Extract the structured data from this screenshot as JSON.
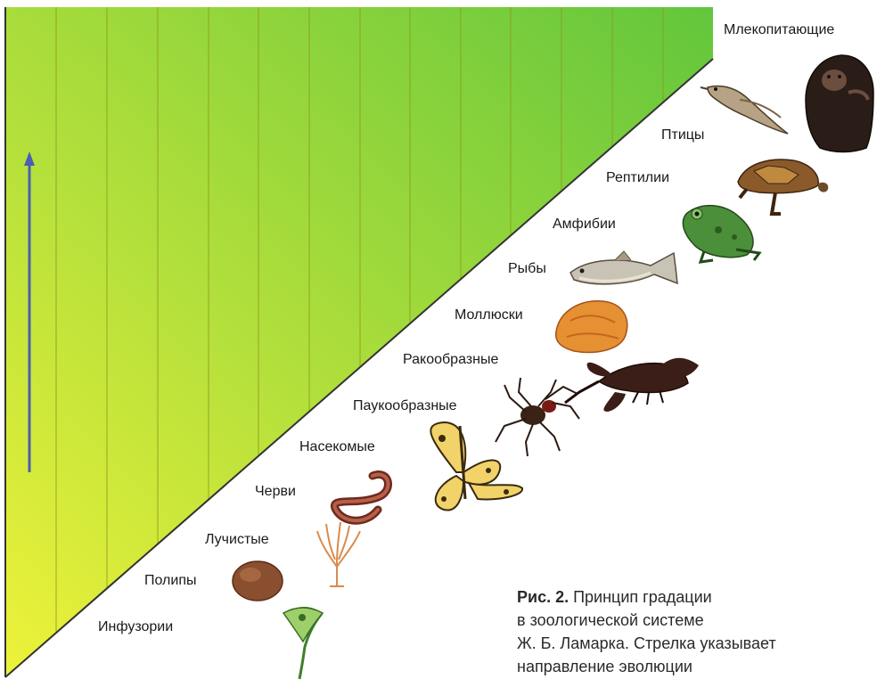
{
  "labels": {
    "infusoria": "Инфузории",
    "polyps": "Полипы",
    "radiata": "Лучистые",
    "worms": "Черви",
    "insects": "Насекомые",
    "arachnids": "Паукообразные",
    "crustaceans": "Ракообразные",
    "molluscs": "Моллюски",
    "fish": "Рыбы",
    "amphibians": "Амфибии",
    "reptiles": "Рептилии",
    "birds": "Птицы",
    "mammals": "Млекопитающие"
  },
  "caption": {
    "prefix": "Рис. 2.",
    "line1": " Принцип градации",
    "line2": "в зоологической системе",
    "line3": "Ж. Б. Ламарка. Стрелка указывает",
    "line4": "направление эволюции"
  },
  "colors": {
    "gradient_start": "#eef23a",
    "gradient_end": "#62c63c",
    "arrow": "#4a5fb0",
    "stripe": "#8a9a1e"
  },
  "icons": {
    "infusoria": "infusoria-icon",
    "polyps": "polyp-icon",
    "radiata": "radiata-icon",
    "worms": "worm-icon",
    "insects": "butterfly-icon",
    "arachnids": "spider-icon",
    "crustaceans": "crayfish-icon",
    "molluscs": "mollusc-icon",
    "fish": "fish-icon",
    "amphibians": "frog-icon",
    "reptiles": "turtle-icon",
    "birds": "bird-icon",
    "mammals": "chimpanzee-icon"
  }
}
